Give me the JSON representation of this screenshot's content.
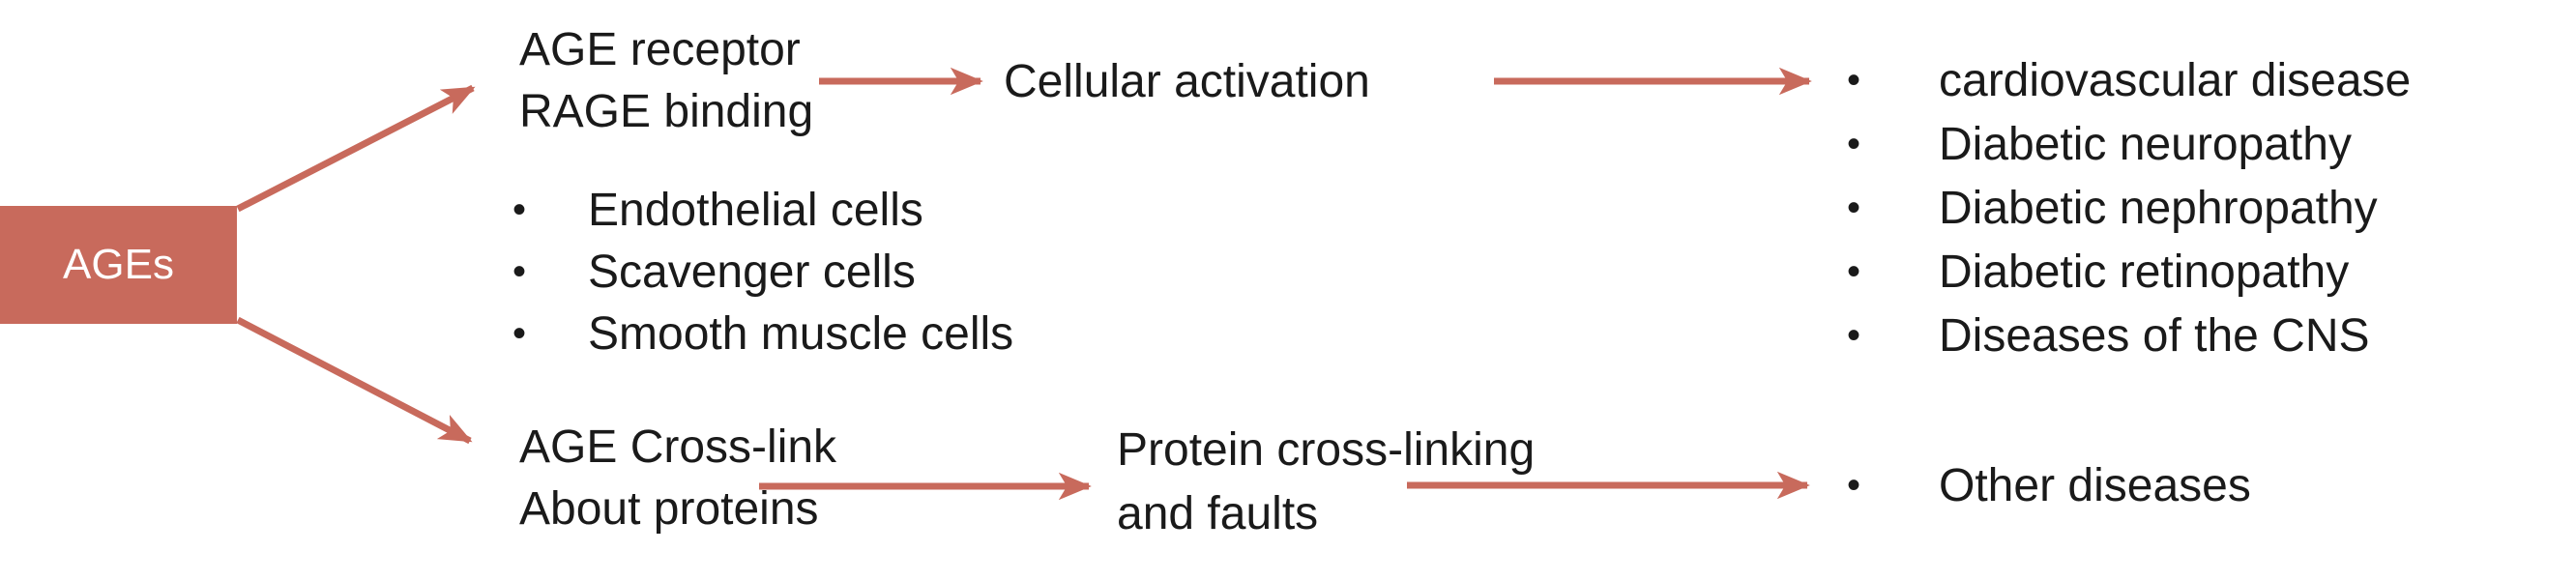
{
  "colors": {
    "accent": "#C86A5C",
    "text": "#1A1A1A",
    "source_text": "#FFFFFF",
    "background": "#FFFFFF"
  },
  "glyphs": {
    "bullet": "•"
  },
  "source_box": {
    "label": "AGEs"
  },
  "receptor_pathway": {
    "step1": {
      "line1": "AGE receptor",
      "line2": "RAGE binding"
    },
    "step2": {
      "label": "Cellular activation"
    },
    "outcomes": {
      "items": [
        "cardiovascular disease",
        "Diabetic neuropathy",
        "Diabetic nephropathy",
        "Diabetic retinopathy",
        "Diseases of the CNS"
      ]
    }
  },
  "receptor_cell_types": {
    "items": [
      "Endothelial cells",
      "Scavenger cells",
      "Smooth muscle cells"
    ]
  },
  "crosslink_pathway": {
    "step1": {
      "line1": "AGE Cross-link",
      "line2": "About proteins"
    },
    "step2": {
      "line1": "Protein cross-linking",
      "line2": "and faults"
    },
    "outcomes": {
      "items": [
        "Other diseases"
      ]
    }
  }
}
